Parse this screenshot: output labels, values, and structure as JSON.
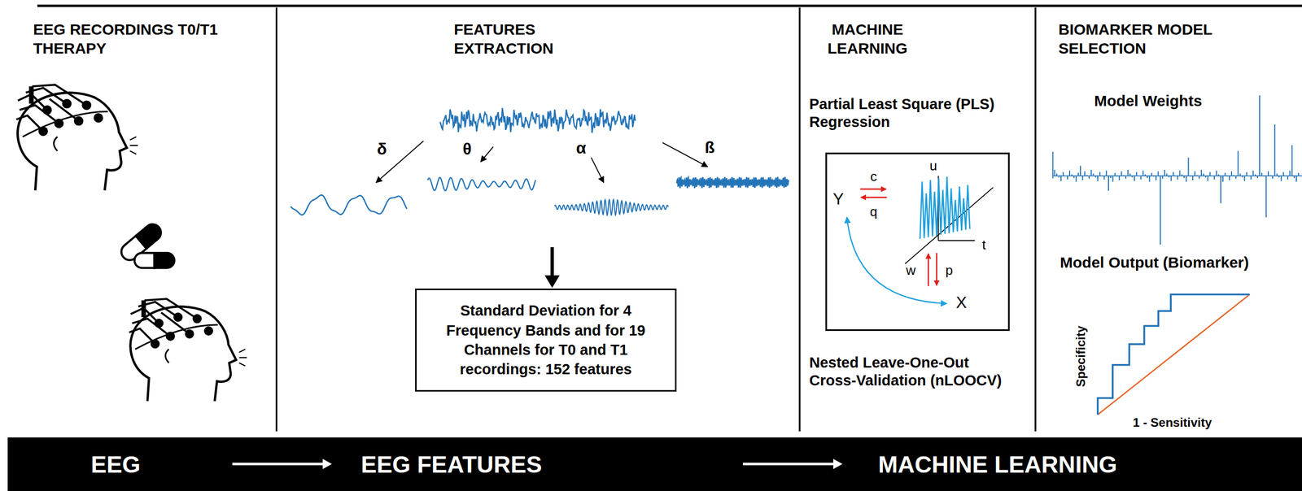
{
  "diagram": {
    "nodes": [
      {
        "text": [
          "Standard Deviation for 4 Frequency Bands and for 19 Channels for T0 and T1 recordings: 152 features"
        ]
      },
      {
        "text": [
          "Y",
          "c",
          "q",
          "u",
          "t",
          "w",
          "p",
          "X"
        ]
      },
      {
        "text": [
          "EEG",
          "EEG FEATURES",
          "MACHINE LEARNING"
        ]
      }
    ],
    "labels": [
      "EEG RECORDINGS T0/T1 THERAPY",
      "FEATURES EXTRACTION",
      "MACHINE LEARNING",
      "BIOMARKER MODEL SELECTION",
      "δ",
      "θ",
      "α",
      "ß",
      "Partial Least Square (PLS) Regression",
      "Nested Leave-One-Out Cross-Validation (nLOOCV)",
      "Model Weights",
      "Model Output (Biomarker)",
      "Specificity",
      "1 - Sensitivity"
    ]
  }
}
